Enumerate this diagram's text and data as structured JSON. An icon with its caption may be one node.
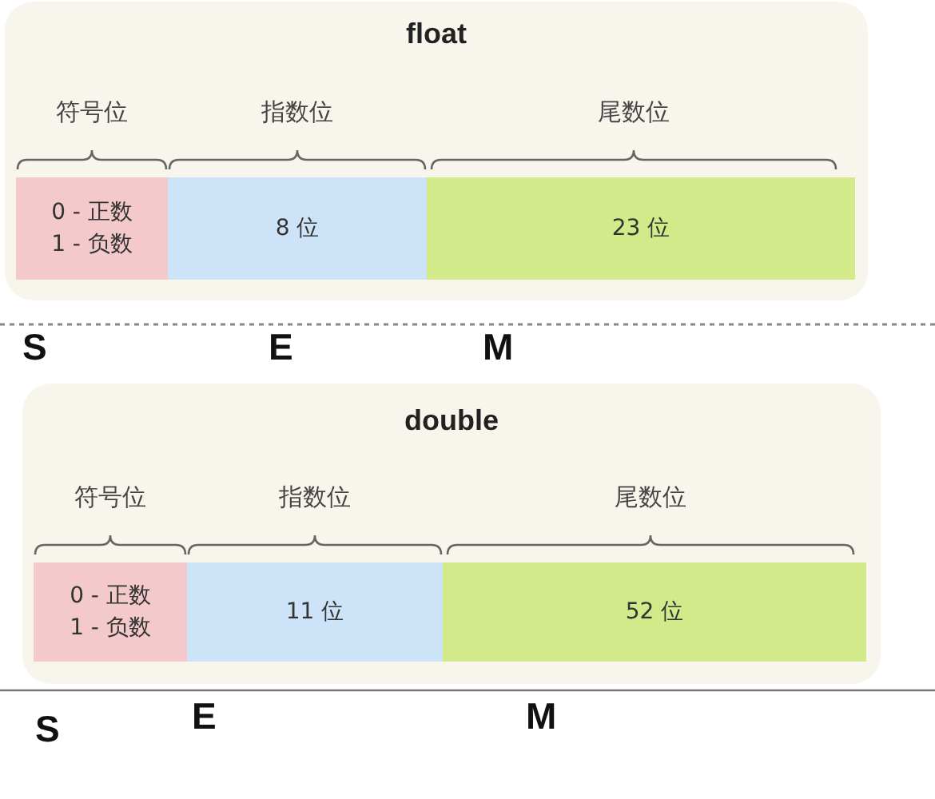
{
  "diagram": {
    "nodes": [
      {
        "text": [
          "float"
        ]
      },
      {
        "text": [
          "0 - 正数",
          "1 - 负数"
        ],
        "in": 0,
        "beside": [
          "符号位"
        ]
      },
      {
        "text": [
          "8 位"
        ],
        "in": 0,
        "beside": [
          "指数位"
        ]
      },
      {
        "text": [
          "23 位"
        ],
        "in": 0,
        "beside": [
          "尾数位"
        ]
      },
      {
        "text": [
          "double"
        ]
      },
      {
        "text": [
          "0 - 正数",
          "1 - 负数"
        ],
        "in": 4,
        "beside": [
          "符号位"
        ]
      },
      {
        "text": [
          "11 位"
        ],
        "in": 4,
        "beside": [
          "指数位"
        ]
      },
      {
        "text": [
          "52 位"
        ],
        "in": 4,
        "beside": [
          "尾数位"
        ]
      }
    ],
    "labels": [
      "S",
      "E",
      "M",
      "S",
      "E",
      "M"
    ]
  }
}
